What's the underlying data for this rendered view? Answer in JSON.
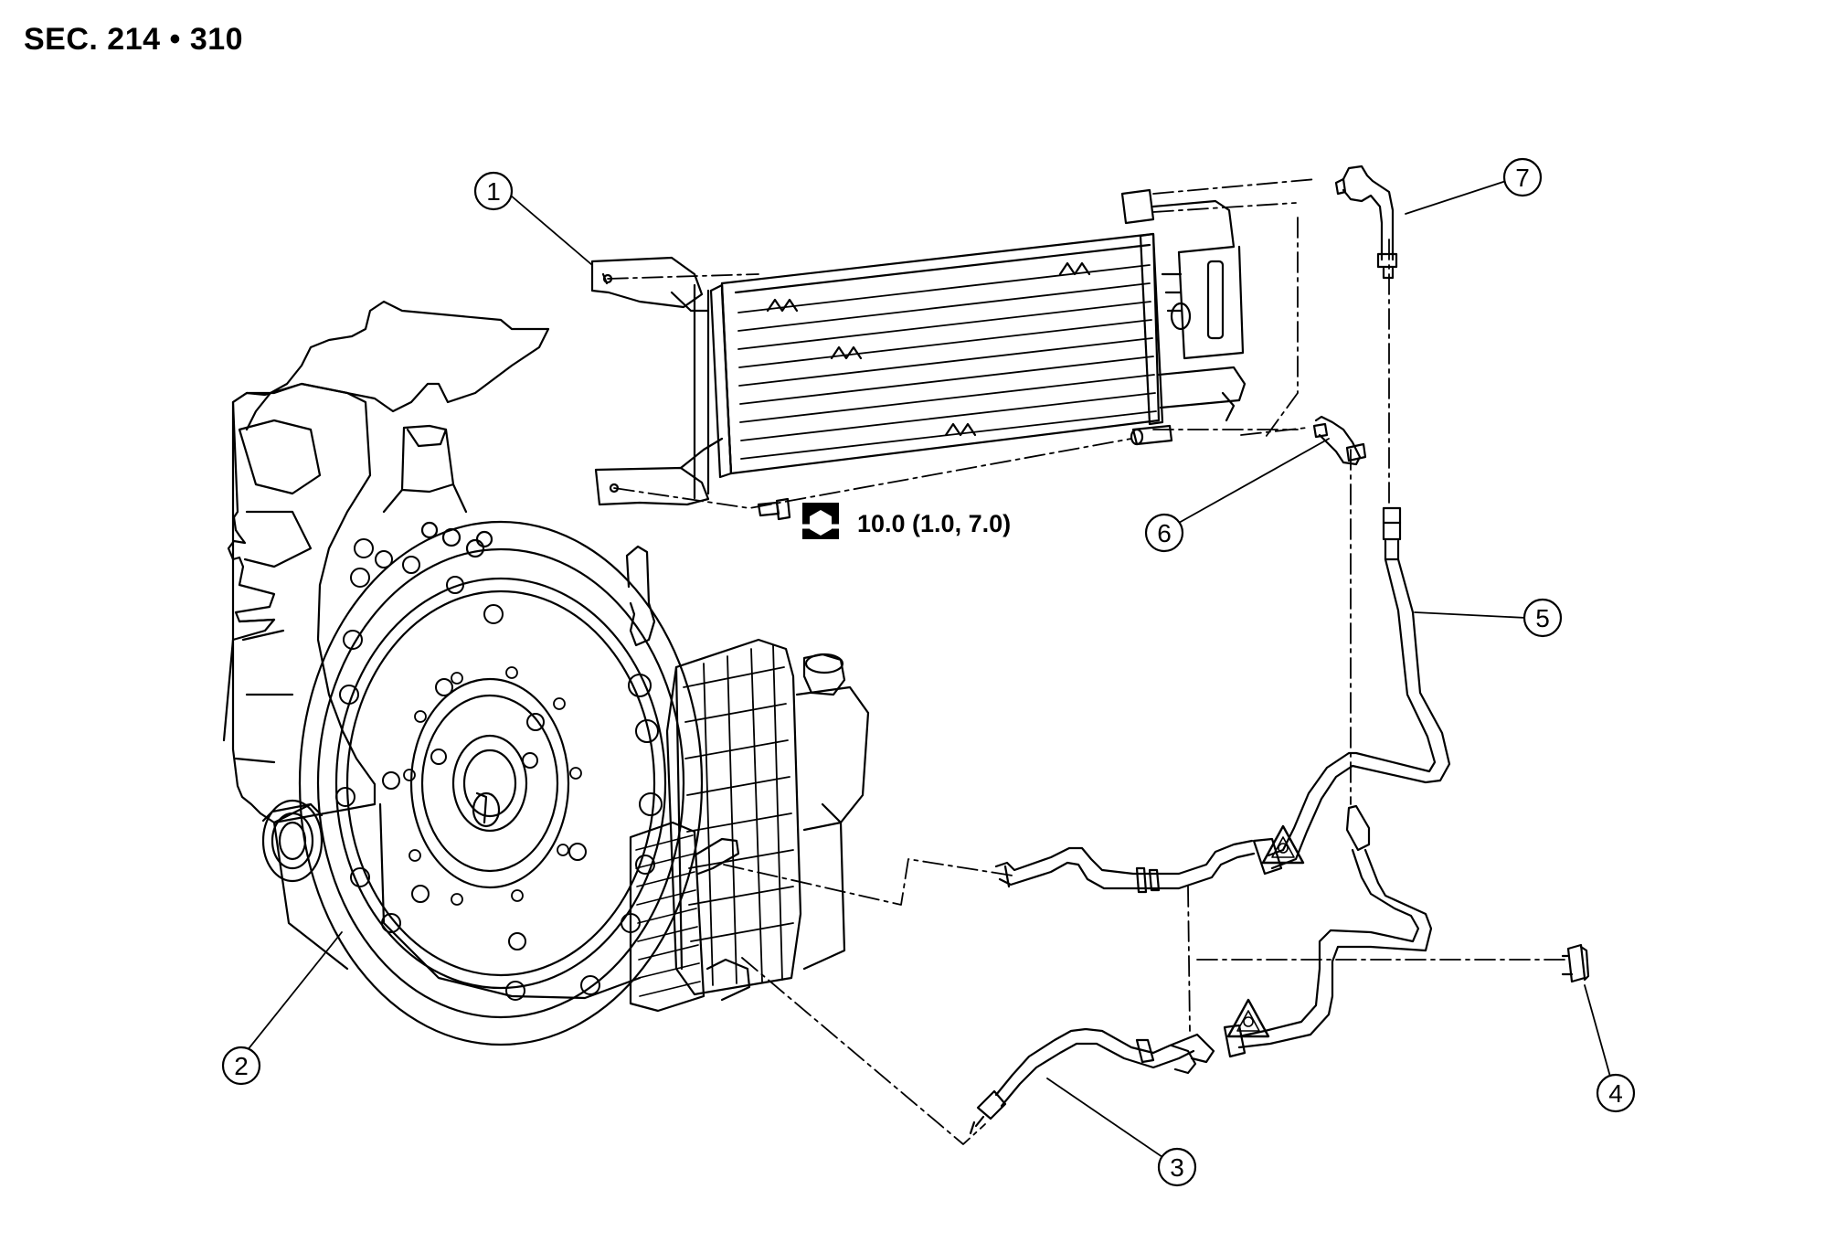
{
  "header": {
    "section": "SEC. 214 • 310"
  },
  "callouts": [
    {
      "id": "1",
      "label": "1"
    },
    {
      "id": "2",
      "label": "2"
    },
    {
      "id": "3",
      "label": "3"
    },
    {
      "id": "4",
      "label": "4"
    },
    {
      "id": "5",
      "label": "5"
    },
    {
      "id": "6",
      "label": "6"
    },
    {
      "id": "7",
      "label": "7"
    }
  ],
  "torque_spec": {
    "value": "10.0 (1.0, 7.0)",
    "icon": "tightening-torque-icon"
  },
  "warning_symbols": [
    {
      "icon": "warning-triangle-icon"
    },
    {
      "icon": "warning-triangle-icon"
    }
  ]
}
